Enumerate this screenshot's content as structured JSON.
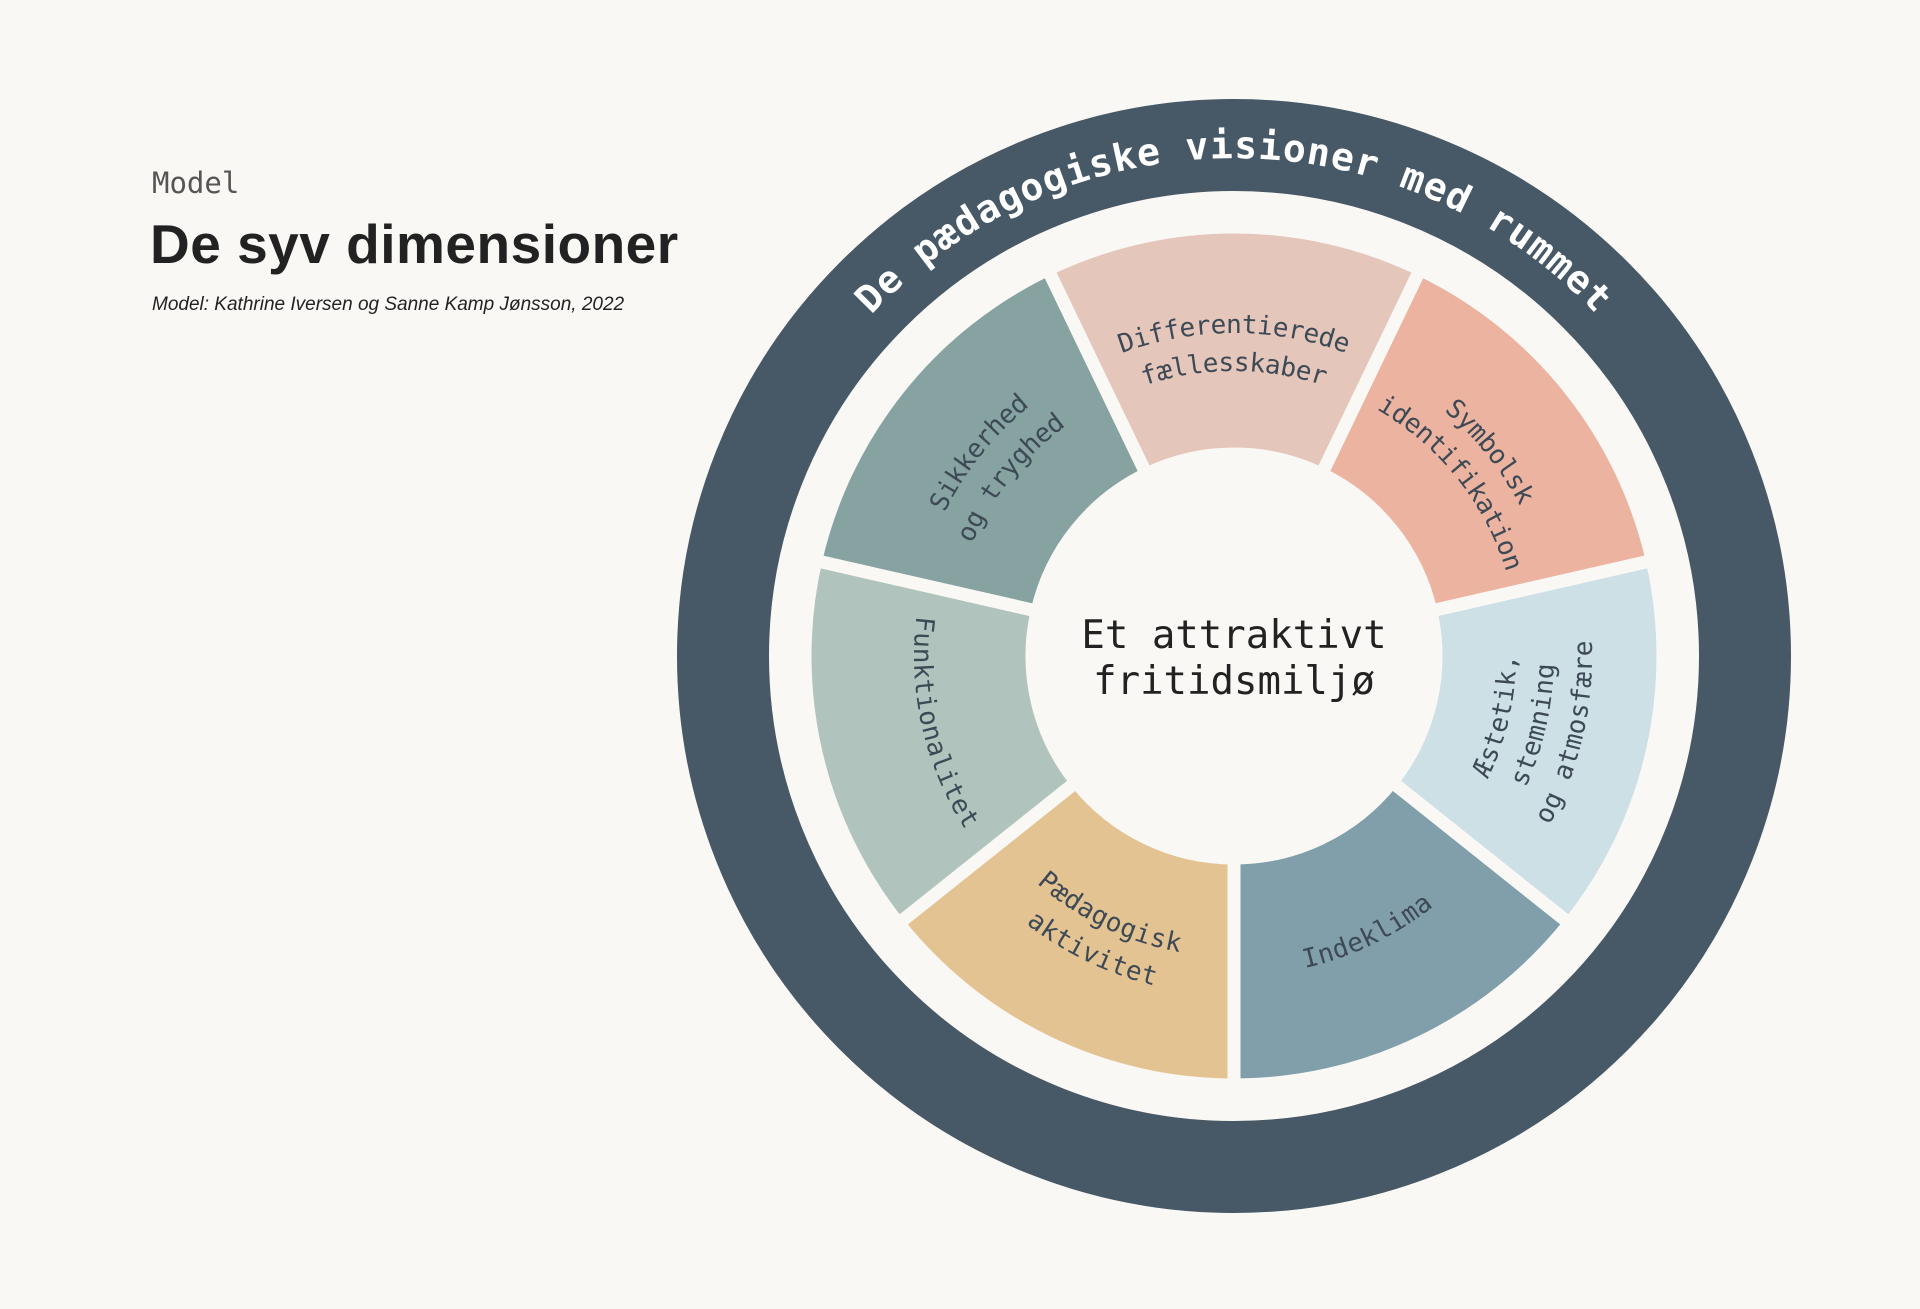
{
  "header": {
    "kicker": "Model",
    "title": "De syv dimensioner",
    "credit": "Model: Kathrine Iversen og Sanne Kamp Jønsson, 2022"
  },
  "diagram": {
    "ring_label": "De pædagogiske visioner med rummet",
    "ring_color": "#475866",
    "center_lines": [
      "Et attraktivt",
      "fritidsmiljø"
    ],
    "segments": [
      {
        "name": "symbolsk-identifikation",
        "lines": [
          "Symbolsk",
          "identifikation"
        ],
        "color": "#ebb3a0"
      },
      {
        "name": "aestetik-stemning-atmosfaere",
        "lines": [
          "Æstetik,",
          "stemning",
          "og atmosfære"
        ],
        "color": "#cde0e6"
      },
      {
        "name": "indeklima",
        "lines": [
          "Indeklima"
        ],
        "color": "#819faa"
      },
      {
        "name": "paedagogisk-aktivitet",
        "lines": [
          "Pædagogisk",
          "aktivitet"
        ],
        "color": "#e4c393"
      },
      {
        "name": "funktionalitet",
        "lines": [
          "Funktionalitet"
        ],
        "color": "#b0c4bd"
      },
      {
        "name": "sikkerhed-og-tryghed",
        "lines": [
          "Sikkerhed",
          "og tryghed"
        ],
        "color": "#86a3a2"
      },
      {
        "name": "differentierede-faellesskaber",
        "lines": [
          "Differentierede",
          "fællesskaber"
        ],
        "color": "#e5c6bb"
      }
    ]
  }
}
